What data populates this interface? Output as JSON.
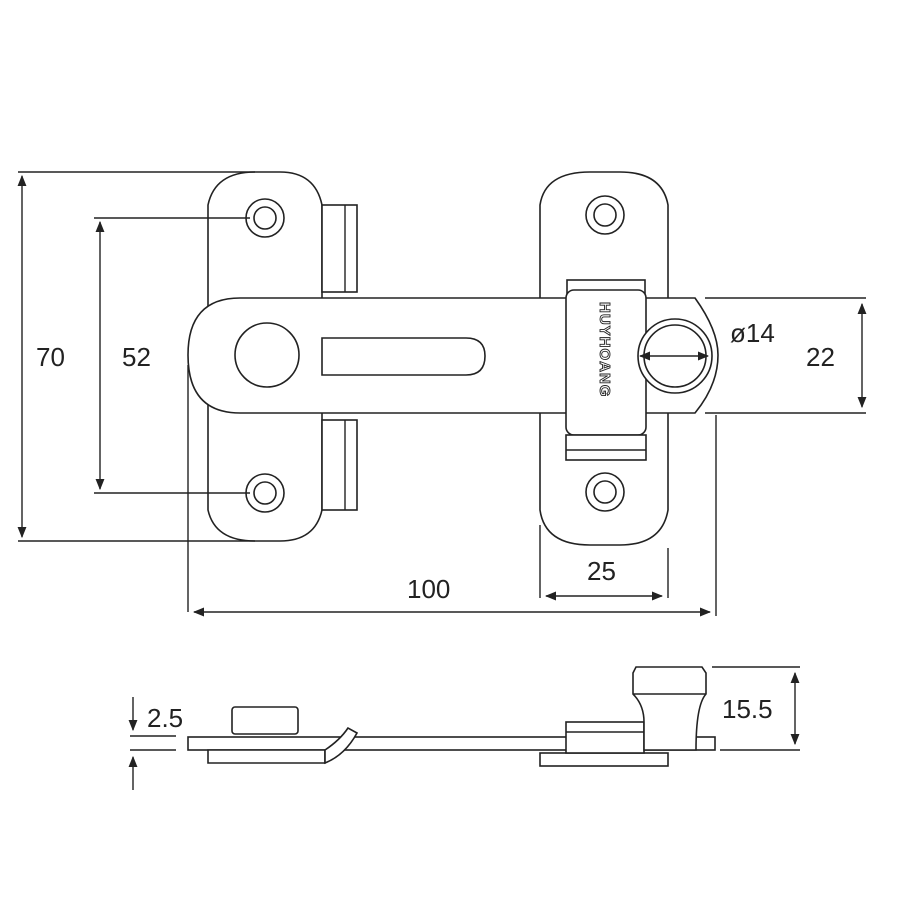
{
  "brand_text": "HUYHOANG",
  "dimensions": {
    "height_overall": "70",
    "hole_spacing": "52",
    "length_overall": "100",
    "keeper_width": "25",
    "bolt_diameter": "ø14",
    "bar_width": "22",
    "plate_thickness": "2.5",
    "knob_height": "15.5"
  }
}
